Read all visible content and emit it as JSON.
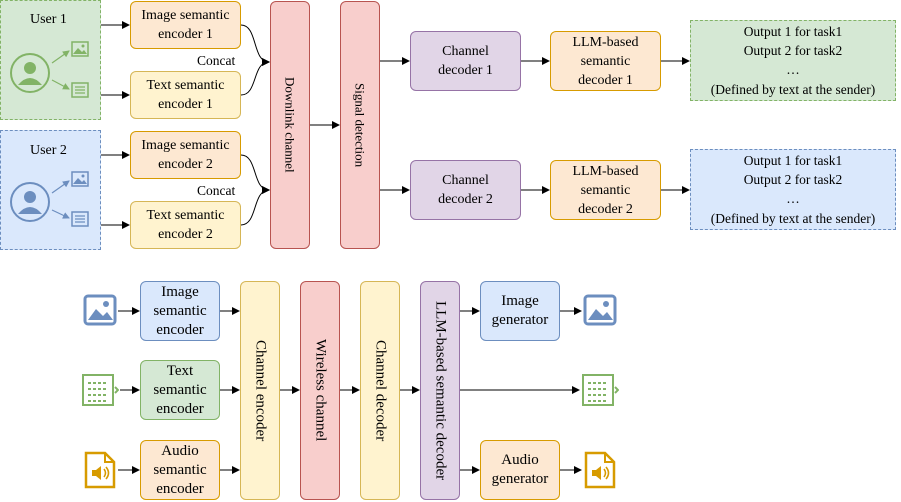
{
  "top": {
    "user1": {
      "label": "User 1",
      "image_encoder": "Image semantic\nencoder 1",
      "text_encoder": "Text semantic\nencoder 1",
      "concat": "Concat",
      "channel_decoder": "Channel\ndecoder 1",
      "llm_decoder": "LLM-based\nsemantic\ndecoder 1",
      "outputs": [
        "Output 1 for task1",
        "Output 2 for task2",
        "…",
        "(Defined by text at the sender)"
      ]
    },
    "user2": {
      "label": "User 2",
      "image_encoder": "Image semantic\nencoder 2",
      "text_encoder": "Text semantic\nencoder 2",
      "concat": "Concat",
      "channel_decoder": "Channel\ndecoder 2",
      "llm_decoder": "LLM-based\nsemantic\ndecoder 2",
      "outputs": [
        "Output 1 for task1",
        "Output 2 for task2",
        "…",
        "(Defined by text at the sender)"
      ]
    },
    "downlink_channel": "Downlink channel",
    "signal_detection": "Signal detection"
  },
  "bottom": {
    "image_encoder": "Image\nsemantic\nencoder",
    "text_encoder": "Text\nsemantic\nencoder",
    "audio_encoder": "Audio\nsemantic\nencoder",
    "channel_encoder": "Channel encoder",
    "wireless_channel": "Wireless channel",
    "channel_decoder": "Channel decoder",
    "llm_decoder": "LLM-based semantic decoder",
    "image_generator": "Image\ngenerator",
    "audio_generator": "Audio\ngenerator"
  },
  "colors": {
    "orange": "#fde8d2",
    "yellow": "#fff3cf",
    "red": "#f8cecc",
    "purple": "#e1d5e7",
    "blue": "#dae8fc",
    "green": "#d5e8d4"
  }
}
